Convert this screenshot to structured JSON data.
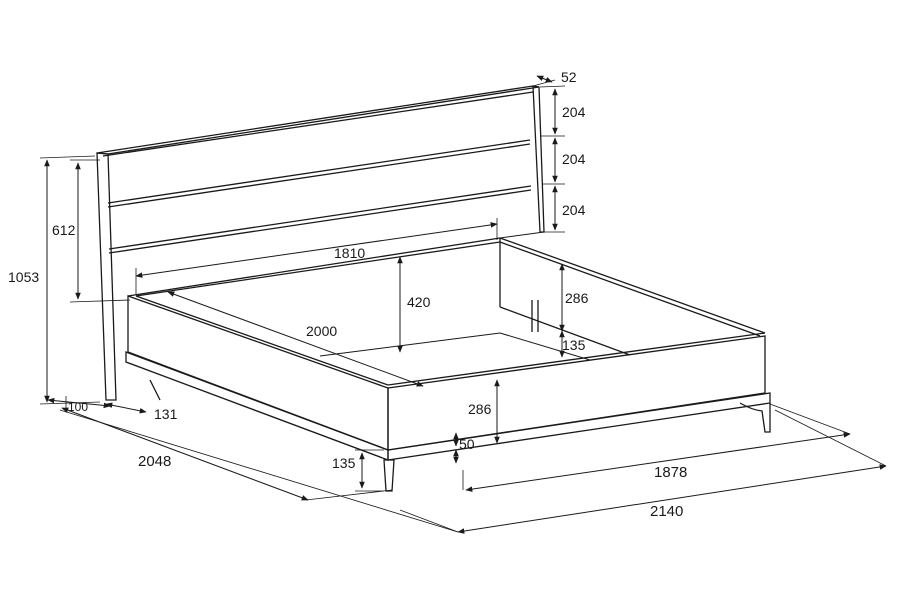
{
  "dimensions": {
    "headboard_thickness": "52",
    "panel_top": "204",
    "panel_mid": "204",
    "panel_bottom": "204",
    "headboard_panel_height": "612",
    "total_height": "1053",
    "inner_width": "1810",
    "inner_length": "2000",
    "inner_depth": "420",
    "side_rail_height_back": "286",
    "leg_height_back": "135",
    "side_rail_height_front": "286",
    "base_gap": "50",
    "leg_height_front": "135",
    "headboard_post": "100",
    "headboard_offset": "131",
    "total_length": "2048",
    "frame_width": "1878",
    "total_width": "2140"
  }
}
